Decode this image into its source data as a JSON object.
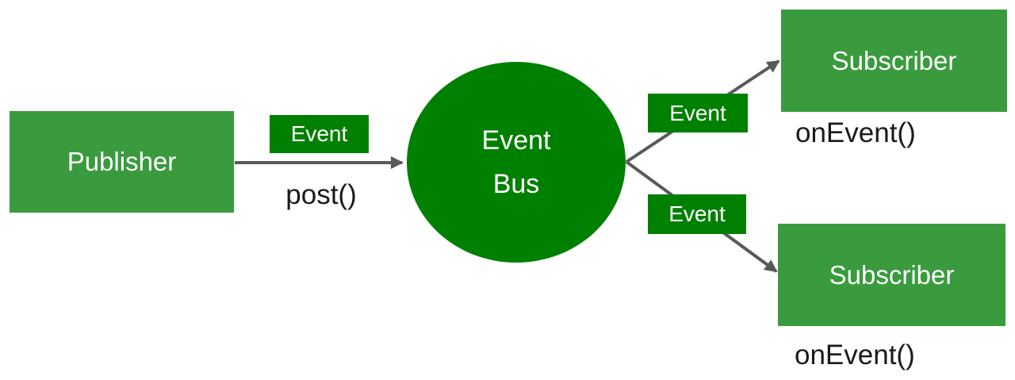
{
  "diagram": {
    "publisher": {
      "label": "Publisher",
      "method": "post()"
    },
    "event_bus": {
      "line1": "Event",
      "line2": "Bus"
    },
    "subscribers": [
      {
        "label": "Subscriber",
        "method": "onEvent()"
      },
      {
        "label": "Subscriber",
        "method": "onEvent()"
      }
    ],
    "edge_labels": {
      "publisher_to_bus": "Event",
      "bus_to_subscriber_top": "Event",
      "bus_to_subscriber_bottom": "Event"
    },
    "colors": {
      "node_green": "#399b3d",
      "dark_green": "#008000",
      "arrow_gray": "#595959",
      "text_dark": "#1a1a1a",
      "text_light": "#ffffff"
    }
  }
}
